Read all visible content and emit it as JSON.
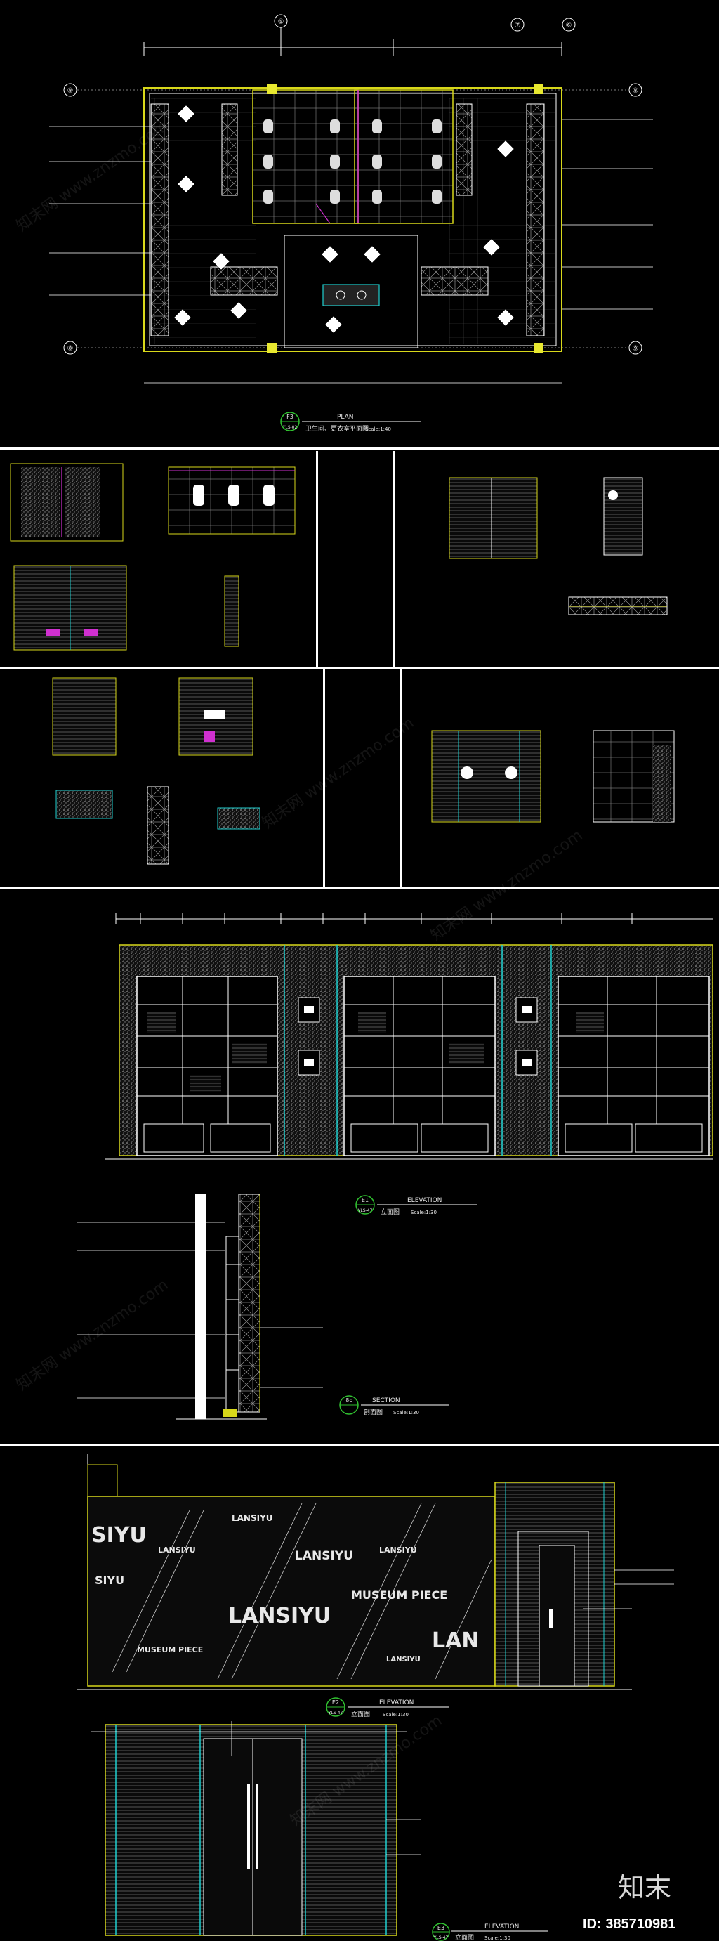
{
  "plan": {
    "title_en": "PLAN",
    "title_cn": "卫生间、更衣室平面图",
    "tag": "F3",
    "sheet_ref": "YLS-02",
    "scale": "Scale:1:40",
    "grid_left_top": "⑧",
    "grid_left_bottom": "⑧",
    "grid_right_top": "⑧",
    "grid_right_bottom": "⑨",
    "grid_top_1": "⑤",
    "grid_top_2": "⑦",
    "grid_top_3": "⑥"
  },
  "elev_e1": {
    "title_en": "ELEVATION",
    "title_cn": "立面图",
    "tag": "E1",
    "sheet_ref": "YLS-47",
    "scale": "Scale:1:30"
  },
  "section": {
    "title_en": "SECTION",
    "title_cn": "剖面图",
    "tag": "8c",
    "scale": "Scale:1:30"
  },
  "elev_e2": {
    "title_en": "ELEVATION",
    "title_cn": "立面图",
    "tag": "E2",
    "sheet_ref": "YLS-47",
    "scale": "Scale:1:30"
  },
  "elev_e3": {
    "title_en": "ELEVATION",
    "title_cn": "立面图",
    "tag": "E3",
    "sheet_ref": "YLS-47",
    "scale": "Scale:1:30"
  },
  "graphic_wall": {
    "word_1": "SIYU",
    "word_2": "LANSIYU",
    "word_3": "SIYU",
    "word_4": "LANSIYU",
    "word_5": "LANSIYU",
    "word_6": "LANSIYU",
    "word_7": "MUSEUM PIECE",
    "word_8": "LANSIYU",
    "word_9": "MUSEUM PIECE",
    "word_10": "LAN",
    "word_11": "LANSIYU"
  },
  "branding": {
    "logo_text": "知末",
    "id_label": "ID: 385710981",
    "watermark": "知末网 www.znzmo.com"
  },
  "colors": {
    "line_white": "#ffffff",
    "line_yellow": "#d8d81a",
    "line_cyan": "#1fd0d0",
    "line_magenta": "#d030d0",
    "line_green": "#30c030",
    "background": "#000000"
  }
}
